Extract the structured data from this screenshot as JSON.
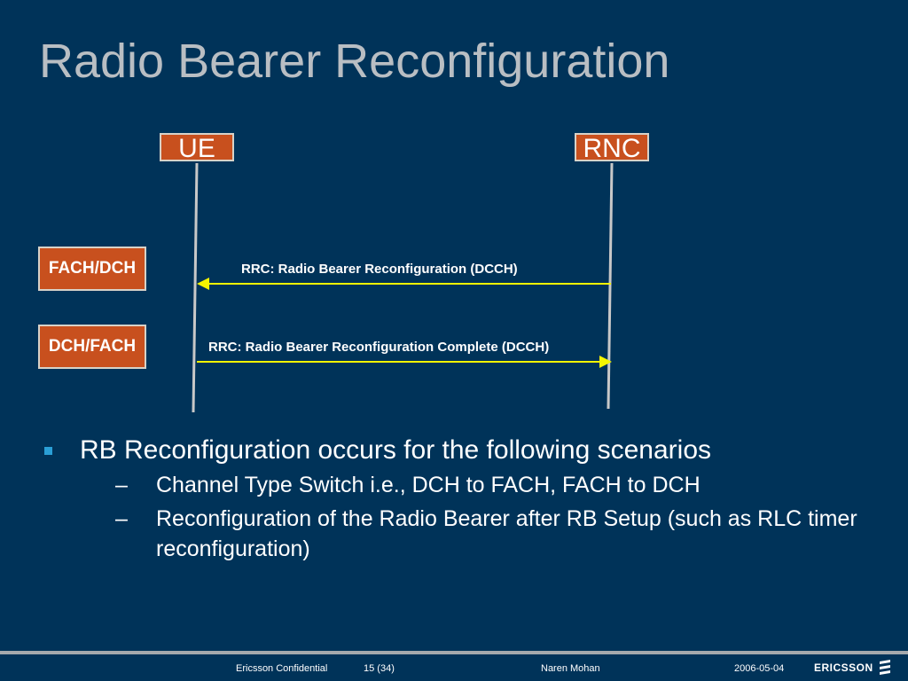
{
  "title": "Radio Bearer Reconfiguration",
  "diagram": {
    "nodes": {
      "ue": "UE",
      "rnc": "RNC"
    },
    "states": [
      "FACH/DCH",
      "DCH/FACH"
    ],
    "messages": [
      "RRC:  Radio Bearer Reconfiguration (DCCH)",
      "RRC:  Radio Bearer Reconfiguration Complete (DCCH)"
    ],
    "colors": {
      "background": "#003359",
      "node_fill": "#c8501e",
      "arrow": "#f5f500",
      "lifeline": "#c8c8c8"
    }
  },
  "bullets": {
    "main": "RB Reconfiguration occurs for the following scenarios",
    "sub": [
      "Channel Type Switch i.e., DCH to FACH, FACH to DCH",
      "Reconfiguration of the Radio Bearer after RB Setup (such as RLC timer reconfiguration)"
    ],
    "dash": "–"
  },
  "footer": {
    "confidential": "Ericsson Confidential",
    "page": "15 (34)",
    "author": "Naren Mohan",
    "date": "2006-05-04",
    "logo": "ERICSSON",
    "logo_icon": "ericsson-logo-icon"
  }
}
